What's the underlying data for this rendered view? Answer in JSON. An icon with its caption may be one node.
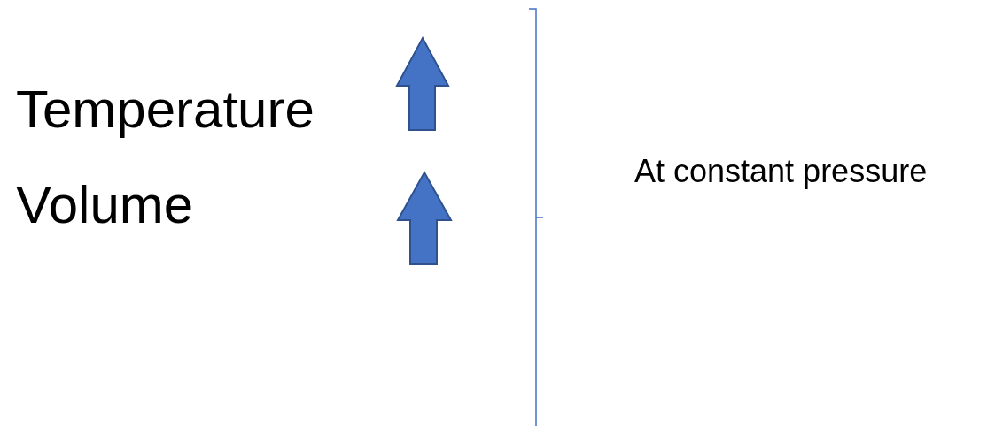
{
  "diagram": {
    "labels": [
      "Temperature",
      "Volume",
      "At constant pressure"
    ]
  }
}
